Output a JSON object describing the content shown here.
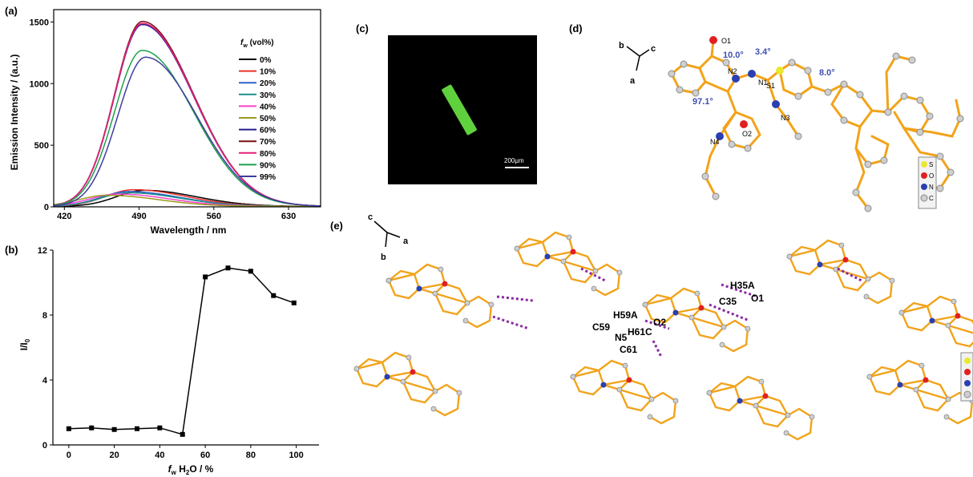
{
  "panels": {
    "a": "(a)",
    "b": "(b)",
    "c": "(c)",
    "d": "(d)",
    "e": "(e)"
  },
  "colors": {
    "series": [
      "#000000",
      "#e8322b",
      "#2f62c7",
      "#1b8f8a",
      "#ff3fcc",
      "#9a9a1e",
      "#2a1b8f",
      "#7a0f12",
      "#e61f7a",
      "#20a04a",
      "#3e3ca0"
    ],
    "stick": "#f2a31a",
    "rod": "#5fd13c"
  },
  "photo": {
    "scalebar": "200μm"
  },
  "struct_d": {
    "axes": [
      "b",
      "c",
      "a"
    ],
    "atoms": [
      "O1",
      "N2",
      "N1",
      "S1",
      "N3",
      "O2",
      "N4"
    ],
    "angles": [
      "10.0°",
      "3.4°",
      "8.0°",
      "97.1°"
    ],
    "legend": [
      "S",
      "O",
      "N",
      "C"
    ]
  },
  "struct_e": {
    "axes": [
      "c",
      "a",
      "b"
    ],
    "atoms": [
      "H35A",
      "C35",
      "O1",
      "H59A",
      "O2",
      "C59",
      "H61C",
      "N5",
      "C61"
    ]
  },
  "chart_data": [
    {
      "type": "line",
      "panel": "(a)",
      "xlabel": "Wavelength / nm",
      "ylabel": "Emission Intensity / (a.u.)",
      "xlim": [
        410,
        660
      ],
      "ylim": [
        0,
        1600
      ],
      "xticks": [
        420,
        490,
        560,
        630
      ],
      "yticks": [
        0,
        500,
        1000,
        1500
      ],
      "legend_title": "fw (vol%)",
      "legend_placement": "top-right",
      "series": [
        {
          "name": "0%",
          "peak": 495,
          "amplitude": 130
        },
        {
          "name": "10%",
          "peak": 485,
          "amplitude": 135
        },
        {
          "name": "20%",
          "peak": 480,
          "amplitude": 120
        },
        {
          "name": "30%",
          "peak": 480,
          "amplitude": 110
        },
        {
          "name": "40%",
          "peak": 470,
          "amplitude": 100
        },
        {
          "name": "50%",
          "peak": 460,
          "amplitude": 90
        },
        {
          "name": "60%",
          "peak": 493,
          "amplitude": 1475
        },
        {
          "name": "70%",
          "peak": 493,
          "amplitude": 1500
        },
        {
          "name": "80%",
          "peak": 493,
          "amplitude": 1485
        },
        {
          "name": "90%",
          "peak": 493,
          "amplitude": 1265
        },
        {
          "name": "99%",
          "peak": 496,
          "amplitude": 1210
        }
      ]
    },
    {
      "type": "line",
      "panel": "(b)",
      "xlabel": "fw H2O / %",
      "ylabel": "I/I0",
      "xlim": [
        -7,
        110
      ],
      "ylim": [
        0,
        12
      ],
      "xticks": [
        0,
        20,
        40,
        60,
        80,
        100
      ],
      "yticks": [
        0,
        4,
        8,
        12
      ],
      "x": [
        0,
        10,
        20,
        30,
        40,
        50,
        60,
        70,
        80,
        90,
        99
      ],
      "y": [
        1.0,
        1.05,
        0.95,
        1.0,
        1.05,
        0.65,
        10.35,
        10.9,
        10.7,
        9.2,
        8.75
      ]
    }
  ]
}
